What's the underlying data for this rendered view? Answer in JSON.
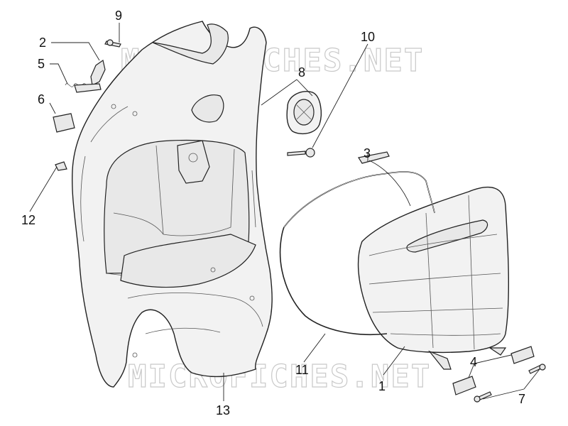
{
  "watermark": "MICROFICHES.NET",
  "callouts": [
    {
      "id": "1",
      "label": "1"
    },
    {
      "id": "2",
      "label": "2"
    },
    {
      "id": "3",
      "label": "3"
    },
    {
      "id": "4",
      "label": "4"
    },
    {
      "id": "5",
      "label": "5"
    },
    {
      "id": "6",
      "label": "6"
    },
    {
      "id": "7",
      "label": "7"
    },
    {
      "id": "8",
      "label": "8"
    },
    {
      "id": "9",
      "label": "9"
    },
    {
      "id": "10",
      "label": "10"
    },
    {
      "id": "11",
      "label": "11"
    },
    {
      "id": "12",
      "label": "12"
    },
    {
      "id": "13",
      "label": "13"
    }
  ],
  "colors": {
    "line": "#222222",
    "fill": "#f2f2f2",
    "watermark": "#c9c9c9",
    "background": "#ffffff"
  }
}
